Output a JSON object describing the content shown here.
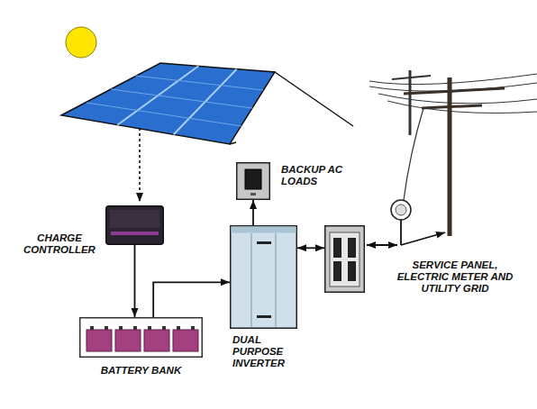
{
  "diagram": {
    "nodes": [
      {
        "text": [
          "BACKUP AC LOADS"
        ]
      },
      {
        "text": [
          "CHARGE CONTROLLER"
        ]
      },
      {
        "text": [
          "DUAL PURPOSE INVERTER"
        ]
      },
      {
        "text": [
          "SERVICE PANEL, ELECTRIC METER AND UTILITY GRID"
        ]
      },
      {
        "text": [
          "BATTERY BANK"
        ]
      }
    ],
    "edges": [
      {
        "from": 1,
        "to": 4,
        "arrow": "to"
      },
      {
        "from": 4,
        "to": 2,
        "arrow": "to"
      },
      {
        "from": 2,
        "to": 0,
        "arrow": "to"
      },
      {
        "from": 2,
        "to": 3,
        "arrow": "both"
      }
    ]
  }
}
